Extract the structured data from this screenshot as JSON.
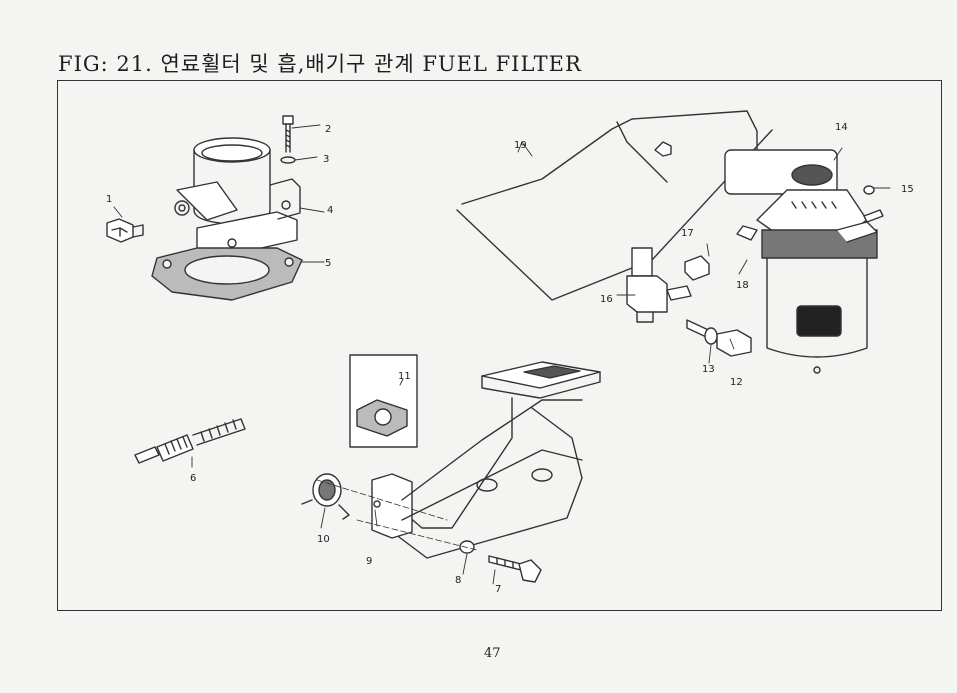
{
  "page": {
    "title": "FIG: 21. 연료휠터 및 흡,배기구  관계 FUEL FILTER",
    "page_number": "47"
  },
  "callouts": [
    "1",
    "2",
    "3",
    "4",
    "5",
    "6",
    "7",
    "8",
    "9",
    "10",
    "11",
    "12",
    "13",
    "14",
    "15",
    "16",
    "17",
    "18",
    "19"
  ]
}
